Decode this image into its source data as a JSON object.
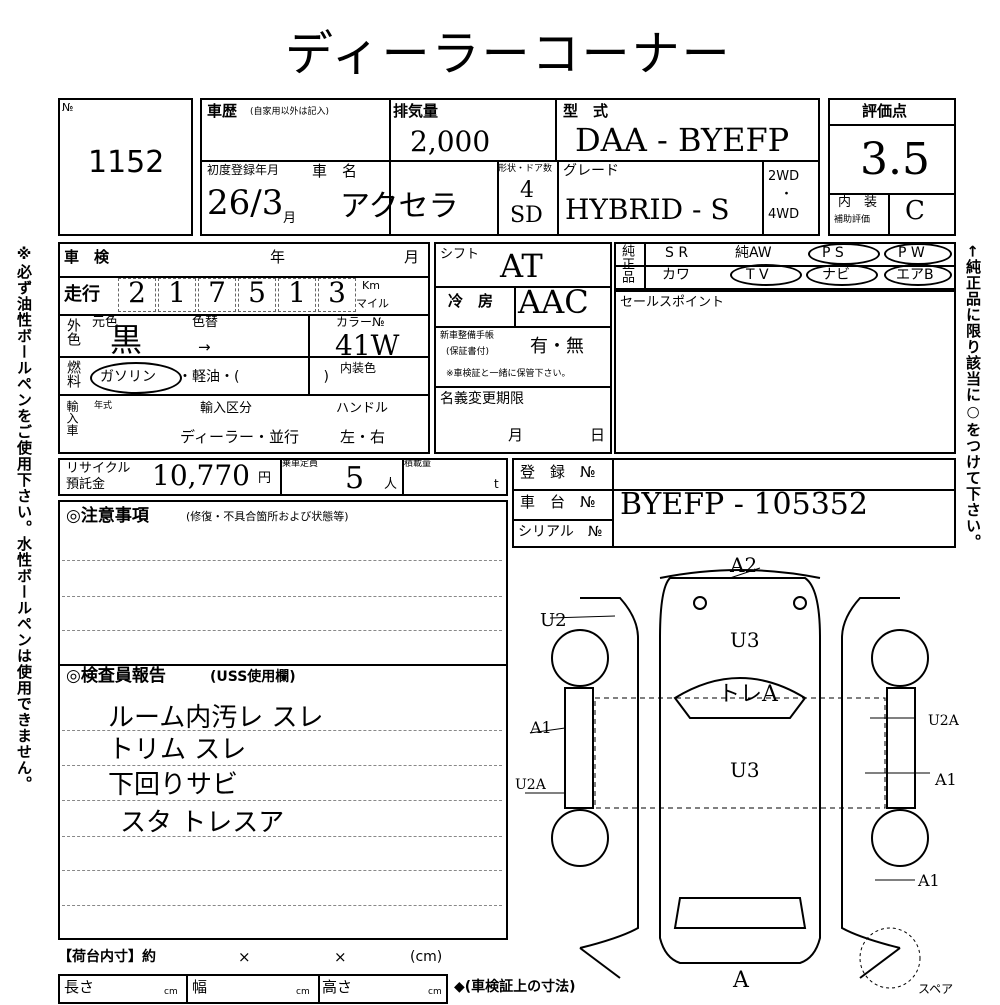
{
  "title": "ディーラーコーナー",
  "lot": {
    "mark": "№",
    "number": "1152"
  },
  "history": {
    "label": "車歴",
    "note": "(自家用以外は記入)"
  },
  "displacement": {
    "label": "排気量",
    "value": "2,000"
  },
  "model_code": {
    "label": "型　式",
    "value": "DAA - BYEFP"
  },
  "score": {
    "label": "評価点",
    "value": "3.5"
  },
  "first_reg": {
    "label": "初度登録年月",
    "value": "26/3",
    "unit": "月"
  },
  "car_name": {
    "label": "車　名",
    "value": "アクセラ"
  },
  "doors": {
    "label": "形状・ドア数",
    "value_top": "4",
    "value_bottom": "SD"
  },
  "grade": {
    "label": "グレード",
    "value": "HYBRID - S"
  },
  "drive": {
    "two": "2WD",
    "dot": "・",
    "four": "4WD"
  },
  "interior": {
    "label1": "内　装",
    "label2": "補助評価",
    "value": "C"
  },
  "inspection": {
    "label": "車　検",
    "year": "年",
    "month": "月"
  },
  "shift": {
    "label": "シフト",
    "value": "AT"
  },
  "equip": {
    "label": "純正品",
    "row1": [
      "S R",
      "純AW",
      "P S",
      "P W"
    ],
    "row2": [
      "カワ",
      "T V",
      "ナビ",
      "エアB"
    ]
  },
  "mileage": {
    "label": "走行",
    "digits": [
      "2",
      "1",
      "7",
      "5",
      "1",
      "3"
    ],
    "unit_km": "Km",
    "unit_mile": "マイル"
  },
  "aircon": {
    "label": "冷　房",
    "value": "AAC"
  },
  "sales_point": {
    "label": "セールスポイント"
  },
  "color": {
    "ext_label": "外色",
    "orig_label": "元色",
    "orig_value": "黒",
    "change_label": "色替",
    "change_value": "→",
    "code_label": "カラー№",
    "code_value": "41W",
    "interior_label": "内装色"
  },
  "maint_book": {
    "label1": "新車整備手帳",
    "label2": "(保証書付)",
    "value": "有・無",
    "note": "※車検証と一緒に保管下さい。"
  },
  "fuel": {
    "label": "燃料",
    "gas": "ガソリン",
    "rest": "・軽油・(　　　　　　)"
  },
  "import": {
    "label": "輸入車",
    "year_label": "年式",
    "type_label": "輸入区分",
    "type_value": "ディーラー・並行",
    "handle_label": "ハンドル",
    "handle_value": "左・右"
  },
  "name_change": {
    "label": "名義変更期限",
    "month": "月",
    "day": "日"
  },
  "recycle": {
    "label1": "リサイクル",
    "label2": "預託金",
    "value": "10,770",
    "unit": "円"
  },
  "capacity": {
    "label": "乗車定員",
    "value": "5",
    "unit": "人"
  },
  "load": {
    "label": "積載量",
    "unit": "t"
  },
  "registration": {
    "label": "登　録　№"
  },
  "chassis": {
    "label": "車　台　№",
    "value": "BYEFP - 105352"
  },
  "serial": {
    "label": "シリアル　№"
  },
  "notes": {
    "title": "◎注意事項",
    "sub": "(修復・不具合箇所および状態等)"
  },
  "inspector": {
    "title": "◎検査員報告",
    "sub": "(USS使用欄)",
    "lines": [
      "ルーム内汚レ スレ",
      "トリム スレ",
      "下回りサビ",
      "スタ トレスア"
    ]
  },
  "cargo": {
    "label": "【荷台内寸】約",
    "x1": "×",
    "x2": "×",
    "unit": "(cm)"
  },
  "dims": {
    "length": "長さ",
    "width": "幅",
    "height": "高さ",
    "cm": "cm",
    "note": "◆(車検証上の寸法)"
  },
  "side_left": "※必ず油性ボールペンをご使用下さい。水性ボールペンは使用できません。",
  "side_right": "←純正品に限り該当に○をつけて下さい。",
  "diagram": {
    "marks": [
      "A2",
      "U2",
      "U3",
      "トレA",
      "A1",
      "U2A",
      "U3",
      "U2A",
      "A1",
      "A1",
      "A"
    ],
    "spare": "スペア"
  }
}
